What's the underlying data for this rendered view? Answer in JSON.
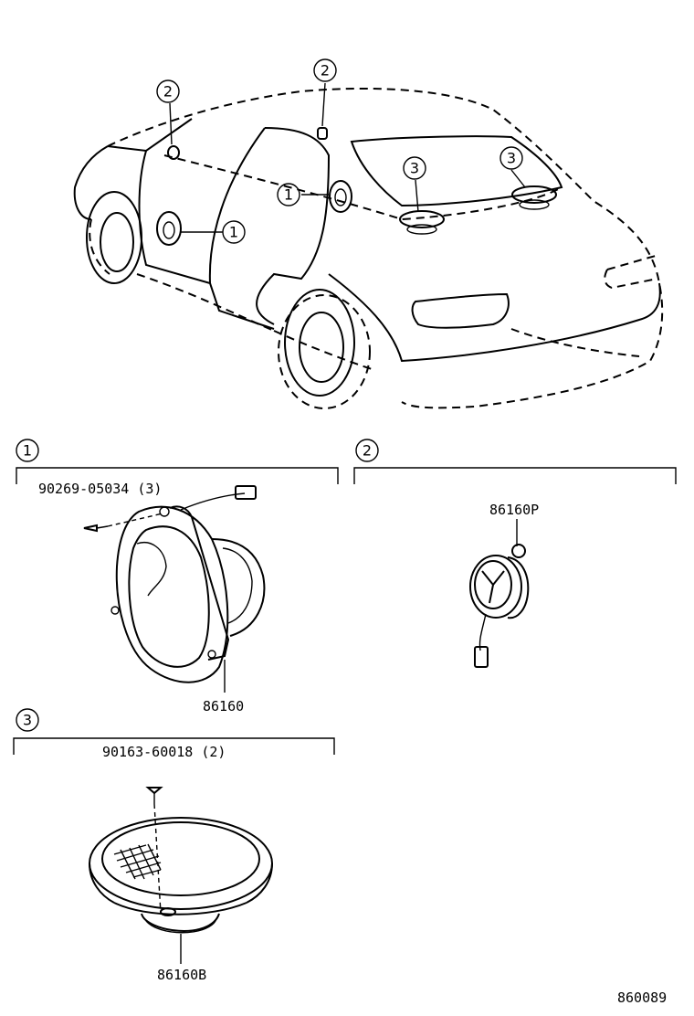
{
  "callouts": {
    "one": "1",
    "two": "2",
    "three": "3"
  },
  "sections": {
    "one": {
      "number": "1",
      "screw_part": "90269-05034 (3)",
      "speaker_part": "86160"
    },
    "two": {
      "number": "2",
      "tweeter_part": "86160P"
    },
    "three": {
      "number": "3",
      "screw_part": "90163-60018 (2)",
      "speaker_part": "86160B"
    }
  },
  "figure_id": "860089"
}
